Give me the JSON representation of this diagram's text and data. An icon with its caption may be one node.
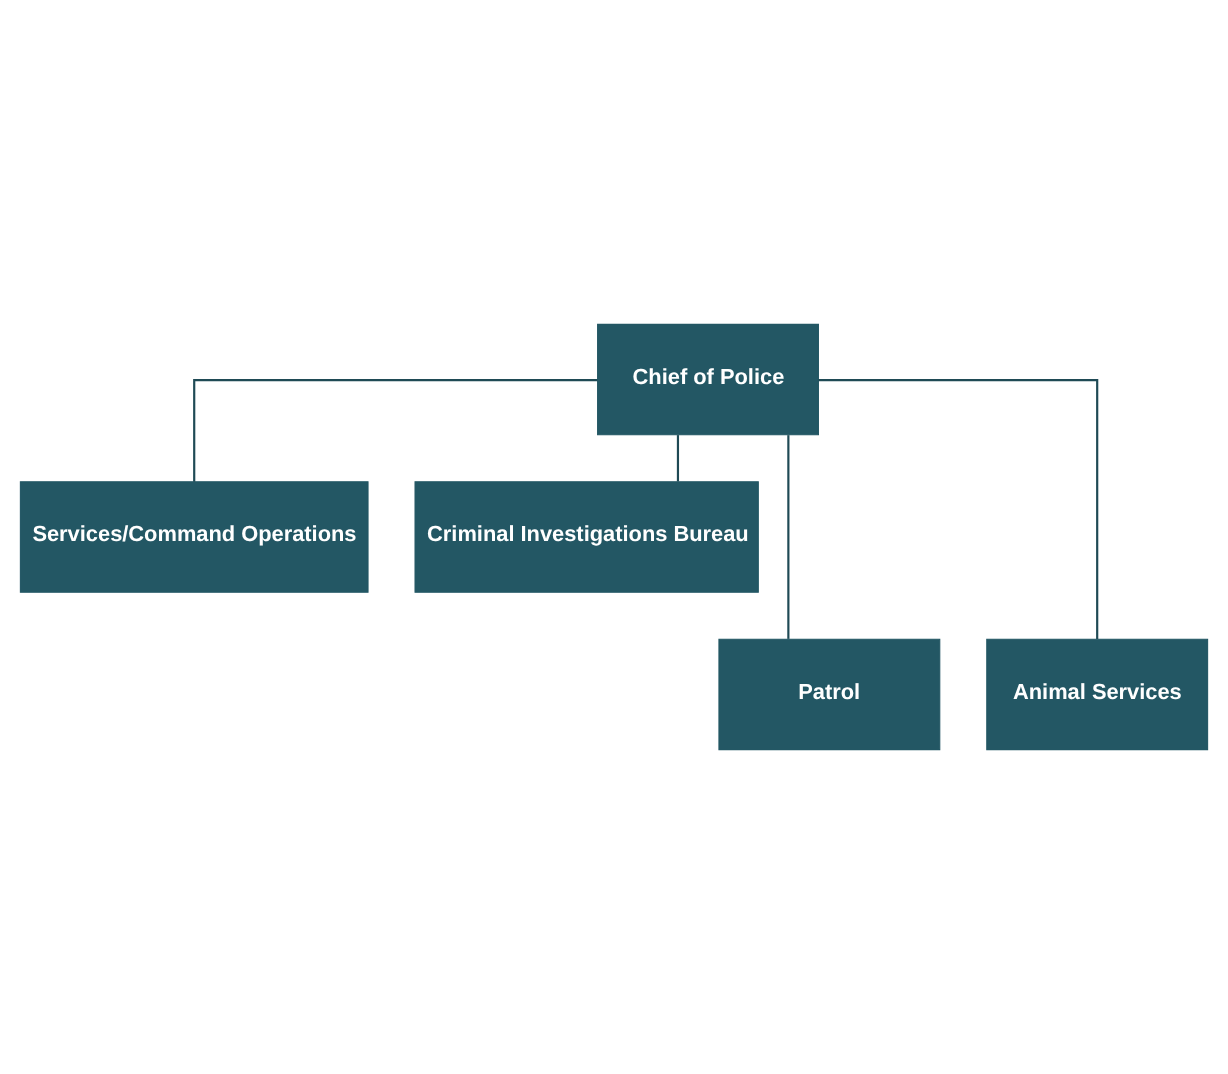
{
  "diagram": {
    "nodes": [
      {
        "text": [
          "Chief of Police"
        ]
      },
      {
        "text": [
          "Services/Command Operations"
        ]
      },
      {
        "text": [
          "Criminal Investigations Bureau"
        ]
      },
      {
        "text": [
          "Patrol"
        ]
      },
      {
        "text": [
          "Animal Services"
        ]
      }
    ],
    "edges": [
      {
        "from": 0,
        "to": 1,
        "arrow": "none"
      },
      {
        "from": 0,
        "to": 2,
        "arrow": "none"
      },
      {
        "from": 0,
        "to": 3,
        "arrow": "none"
      },
      {
        "from": 0,
        "to": 4,
        "arrow": "none"
      }
    ]
  }
}
